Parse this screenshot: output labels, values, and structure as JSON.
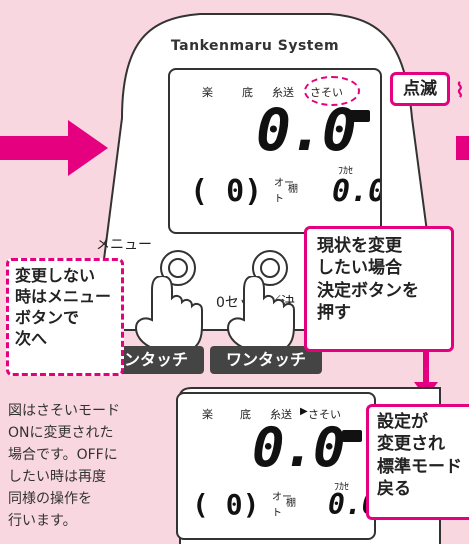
{
  "device": {
    "brand": "Tankenmaru System",
    "lcd_top": {
      "labels": [
        "楽",
        "底",
        "糸送",
        "さそい"
      ],
      "main_reading": "0.0",
      "unit": "ﾌｶｾ",
      "bracket_reading": "( 0)",
      "auto_label_top": "オー",
      "auto_label_bottom": "ト",
      "tana_label": "棚",
      "sub_reading": "0.0"
    },
    "menu_label": "メニュー",
    "zero_set_label": "0セット／決"
  },
  "callouts": {
    "blink": "点滅",
    "no_change": [
      "変更しない",
      "時はメニュー",
      "ボタンで",
      "次へ"
    ],
    "change": [
      "現状を変更",
      "したい場合",
      "決定ボタンを",
      "押す"
    ],
    "result": [
      "設定が",
      "変更され",
      "標準モード",
      "戻る"
    ]
  },
  "tags": {
    "left": "ワンタッチ",
    "right": "ワンタッチ"
  },
  "lcd_bottom": {
    "labels": [
      "楽",
      "底",
      "糸送",
      "さそい"
    ],
    "main_reading": "0.0",
    "unit": "ﾌｶｾ",
    "bracket_reading": "( 0)",
    "auto_label_top": "オー",
    "auto_label_bottom": "ト",
    "tana_label": "棚",
    "sub_reading": "0.0"
  },
  "note": [
    "図はさそいモード",
    "ONに変更された",
    "場合です。OFFに",
    "したい時は再度",
    "同様の操作を",
    "行います。"
  ],
  "colors": {
    "accent": "#e4007f",
    "background": "#f8d7e0",
    "tag": "#444444"
  }
}
